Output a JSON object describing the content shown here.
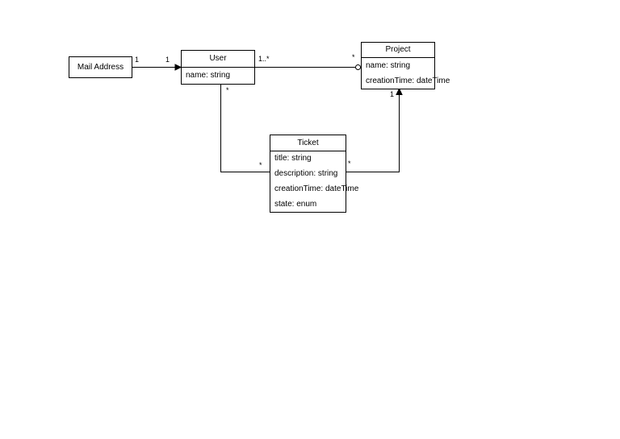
{
  "diagram": {
    "type": "uml-class-diagram",
    "background_color": "#ffffff",
    "box_fill_color": "#ffffff",
    "stroke_color": "#000000"
  },
  "entities": {
    "mail_address": {
      "title": "Mail Address",
      "attributes": []
    },
    "user": {
      "title": "User",
      "attributes": [
        "name: string"
      ]
    },
    "project": {
      "title": "Project",
      "attributes": [
        "name: string",
        "creationTime: dateTime"
      ]
    },
    "ticket": {
      "title": "Ticket",
      "attributes": [
        "title: string",
        "description: string",
        "creationTime: dateTime",
        "state: enum"
      ]
    }
  },
  "relationships": [
    {
      "from": "Mail Address",
      "to": "User",
      "source_multiplicity": "1",
      "target_multiplicity": "1",
      "target_decoration": "filled-arrow"
    },
    {
      "from": "User",
      "to": "Project",
      "source_multiplicity": "1..*",
      "target_multiplicity": "*",
      "target_decoration": "open-circle"
    },
    {
      "from": "User",
      "to": "Ticket",
      "source_multiplicity": "*",
      "target_multiplicity": "*",
      "target_decoration": "none"
    },
    {
      "from": "Ticket",
      "to": "Project",
      "source_multiplicity": "*",
      "target_multiplicity": "1",
      "target_decoration": "filled-arrow"
    }
  ]
}
